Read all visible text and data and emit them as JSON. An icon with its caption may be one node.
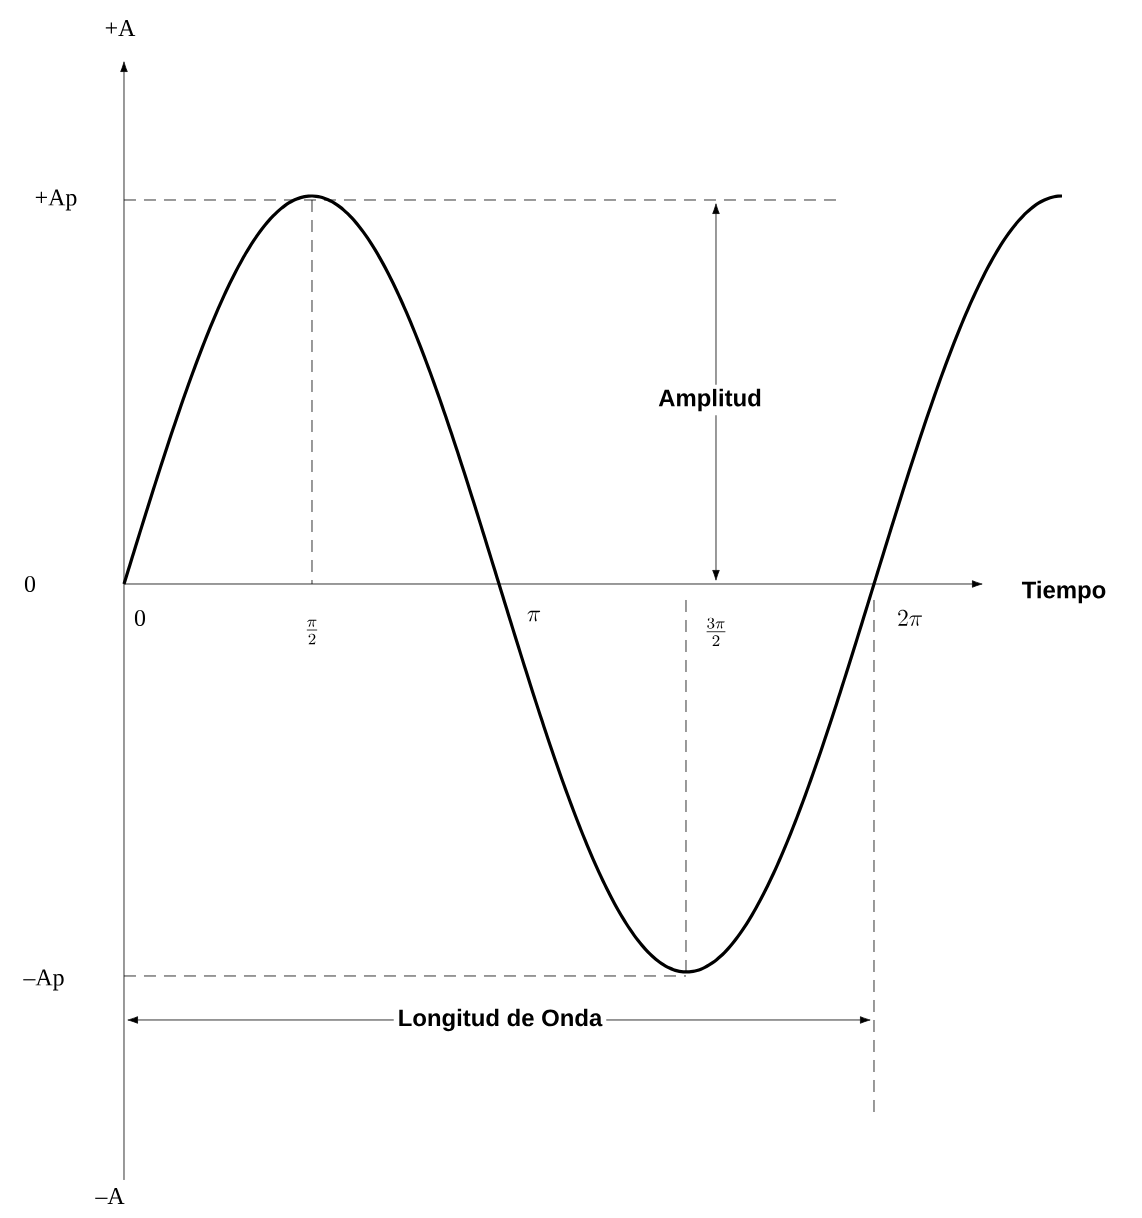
{
  "diagram": {
    "labels": [
      "+A",
      "+Ap",
      "Amplitud",
      "0",
      "0",
      "\\frac{\\pi}{2}",
      "\\pi",
      "\\frac{3\\pi}{2}",
      "2\\pi",
      "Tiempo",
      "–Ap",
      "Longitud de Onda",
      "–A"
    ]
  }
}
